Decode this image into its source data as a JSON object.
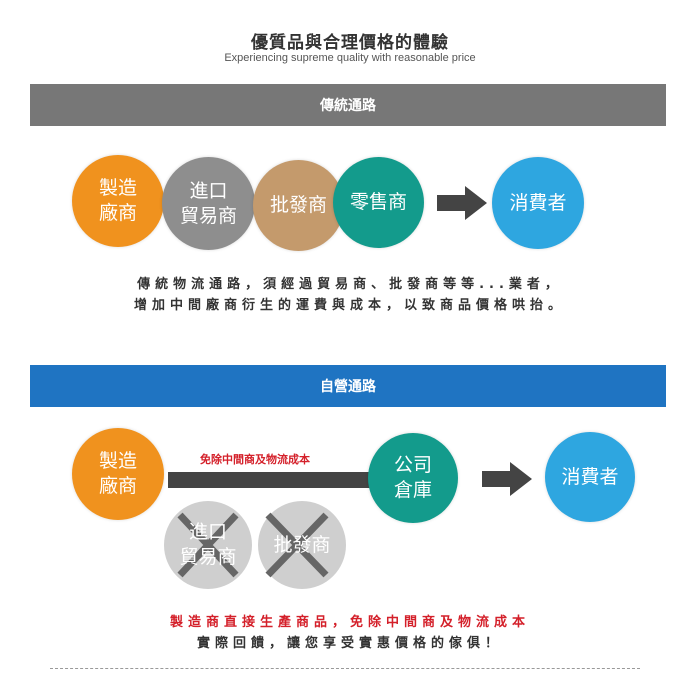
{
  "header": {
    "title": "優質品與合理價格的體驗",
    "subtitle": "Experiencing supreme quality with reasonable price"
  },
  "traditional": {
    "label": "傳統通路",
    "color": "#777777",
    "nodes": [
      {
        "line1": "製造",
        "line2": "廠商",
        "color": "#f0921e"
      },
      {
        "line1": "進口",
        "line2": "貿易商",
        "color": "#8e8e8e"
      },
      {
        "line1": "批發商",
        "line2": "",
        "color": "#c49a6c"
      },
      {
        "line1": "零售商",
        "line2": "",
        "color": "#139b8c"
      },
      {
        "line1": "消費者",
        "line2": "",
        "color": "#2ea6e0"
      }
    ],
    "description": [
      "傳統物流通路，須經過貿易商、批發商等等...業者，",
      "增加中間廠商衍生的運費與成本，以致商品價格哄抬。"
    ]
  },
  "direct": {
    "label": "自營通路",
    "color": "#1f74c2",
    "arrow_label": "免除中間商及物流成本",
    "nodes": [
      {
        "line1": "製造",
        "line2": "廠商",
        "color": "#f0921e"
      },
      {
        "line1": "公司",
        "line2": "倉庫",
        "color": "#139b8c"
      },
      {
        "line1": "消費者",
        "line2": "",
        "color": "#2ea6e0"
      }
    ],
    "removed": [
      {
        "line1": "進口",
        "line2": "貿易商",
        "icon": "cross-icon"
      },
      {
        "line1": "批發商",
        "line2": "",
        "icon": "cross-icon"
      }
    ],
    "highlight": "製造商直接生產商品，免除中間商及物流成本",
    "closing": "實際回饋，讓您享受實惠價格的傢俱！",
    "highlight_color": "#d4202a"
  }
}
